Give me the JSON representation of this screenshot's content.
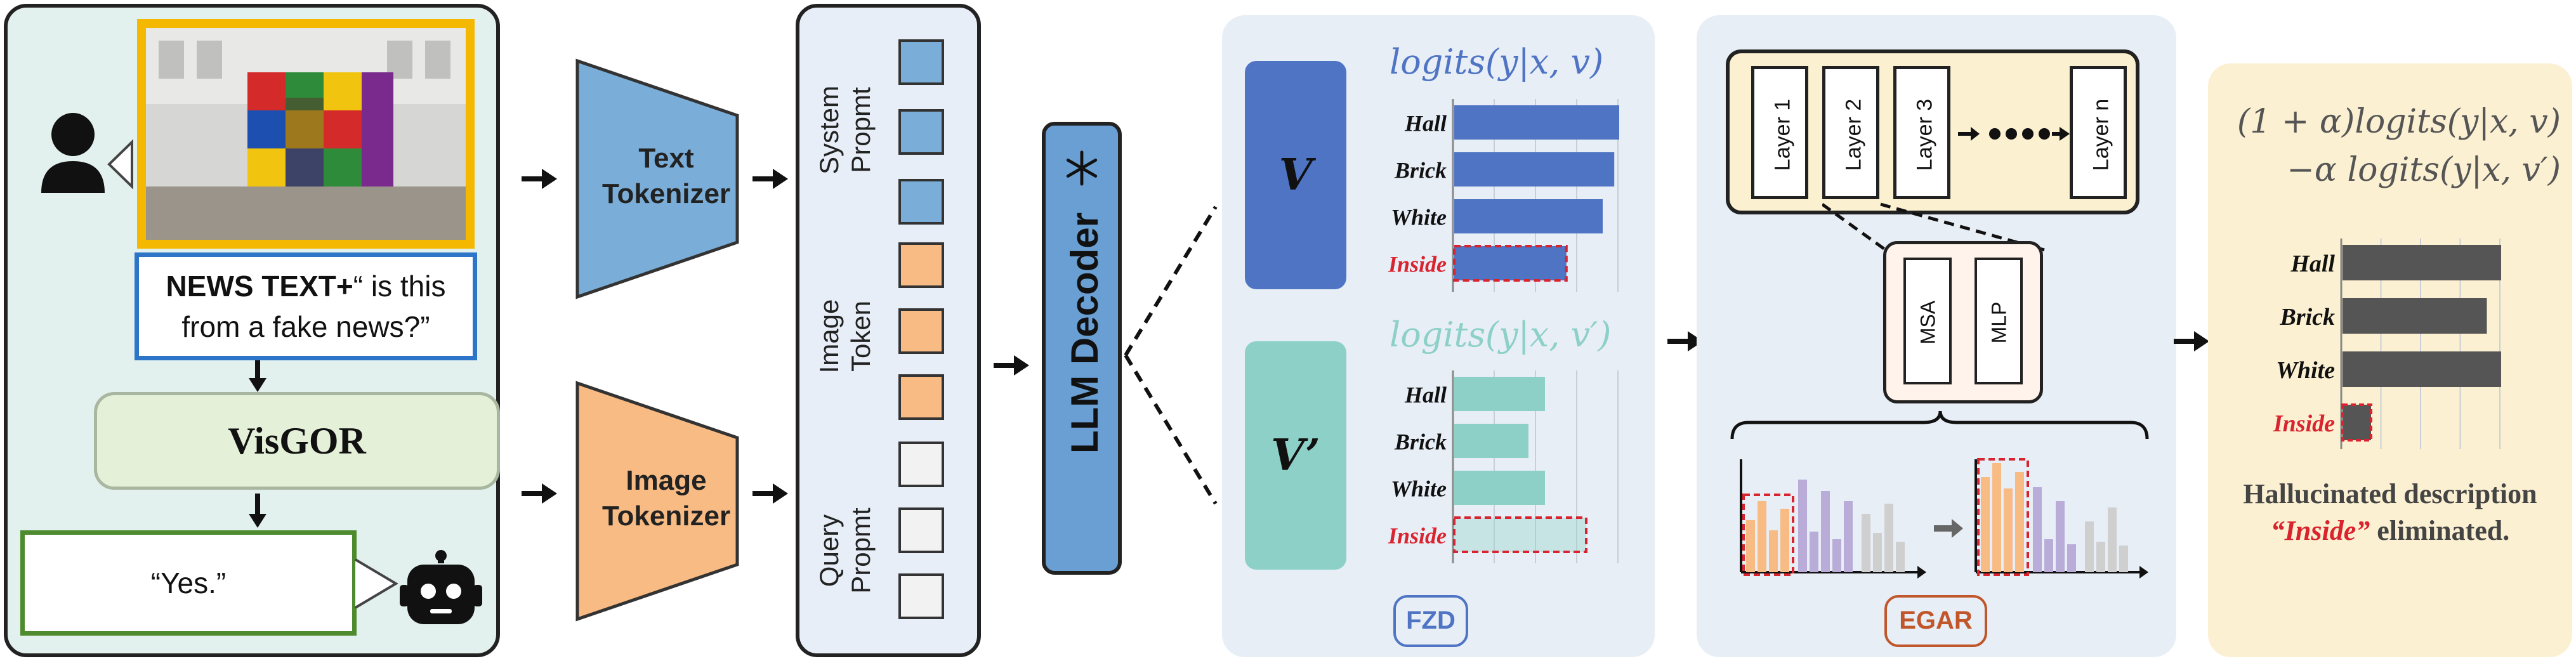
{
  "input": {
    "prompt_bold": "NEWS TEXT+",
    "prompt_rest": "“ is this from a fake news?”",
    "model": "VisGOR",
    "answer": "“Yes.”"
  },
  "tokenizers": {
    "text": [
      "Text",
      "Tokenizer"
    ],
    "image": [
      "Image",
      "Tokenizer"
    ]
  },
  "prompt_tokens": [
    {
      "label": [
        "System",
        "Propmt"
      ],
      "count": 3,
      "color": "#7aaed8"
    },
    {
      "label": [
        "Image",
        "Token"
      ],
      "count": 3,
      "color": "#f8bb84"
    },
    {
      "label": [
        "Query",
        "Propmt"
      ],
      "count": 3,
      "color": "#f2f2f2"
    }
  ],
  "decoder": {
    "label": "LLM Decoder",
    "icon": "snowflake-icon"
  },
  "fzd": {
    "tag": "FZD",
    "v_label": "V",
    "vp_label": "V’",
    "logits_v": "logits(y|x, v)",
    "logits_vp": "logits(y|x, v′)",
    "labels": [
      "Hall",
      "Brick",
      "White",
      "Inside"
    ],
    "values_v": [
      1.0,
      0.97,
      0.9,
      0.68
    ],
    "values_vp": [
      0.55,
      0.45,
      0.55,
      0.8
    ],
    "colors": {
      "v": "#4f74c4",
      "vp": "#8dd0c7",
      "hallucination": "#d9232e"
    }
  },
  "egar": {
    "tag": "EGAR",
    "layers": [
      "Layer 1",
      "Layer 2",
      "Layer 3",
      "Layer n"
    ],
    "blocks": [
      "MSA",
      "MLP"
    ]
  },
  "result": {
    "formula_line1": "(1 + α)logits(y|x, v)",
    "formula_line2": "−α logits(y|x, v′)",
    "labels": [
      "Hall",
      "Brick",
      "White",
      "Inside"
    ],
    "values": [
      1.0,
      0.91,
      1.0,
      0.18
    ],
    "caption_line1": "Hallucinated description",
    "caption_highlight": "“Inside”",
    "caption_rest": " eliminated."
  }
}
